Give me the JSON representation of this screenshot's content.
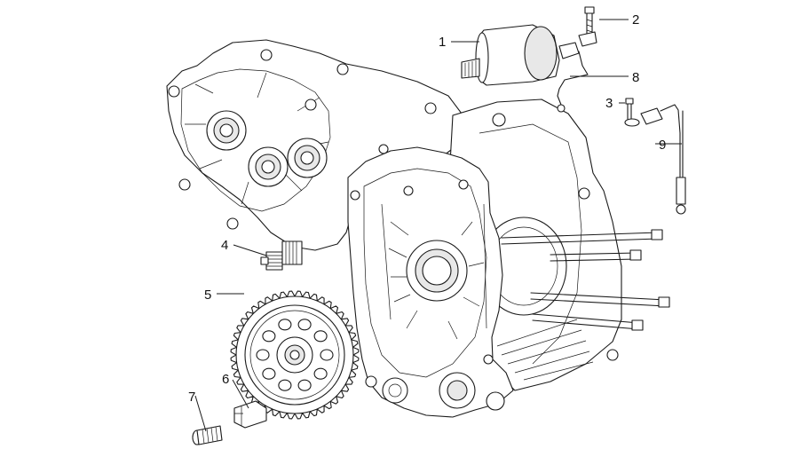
{
  "callouts": [
    {
      "id": "1",
      "label": "1"
    },
    {
      "id": "2",
      "label": "2"
    },
    {
      "id": "3",
      "label": "3"
    },
    {
      "id": "4",
      "label": "4"
    },
    {
      "id": "5",
      "label": "5"
    },
    {
      "id": "6",
      "label": "6"
    },
    {
      "id": "7",
      "label": "7"
    },
    {
      "id": "8",
      "label": "8"
    },
    {
      "id": "9",
      "label": "9"
    }
  ],
  "colors": {
    "line": "#1a1a1a",
    "background": "#ffffff"
  }
}
